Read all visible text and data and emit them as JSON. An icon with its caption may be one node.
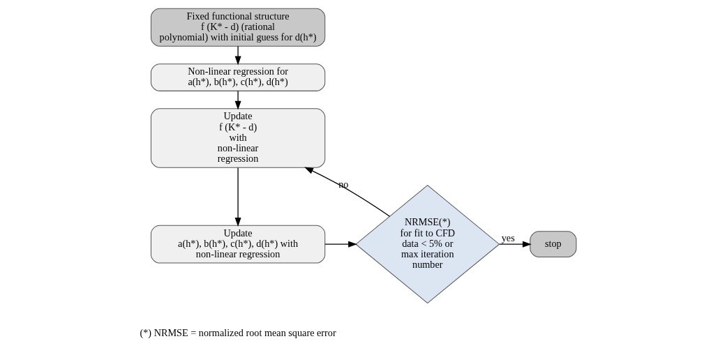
{
  "diagram": {
    "nodes": [
      {
        "text": [
          "Fixed functional structure f (K* - d) (rational polynomial) with initial guess for d(h*)"
        ]
      },
      {
        "text": [
          "Non-linear regression for a(h*), b(h*), c(h*), d(h*)"
        ]
      },
      {
        "text": [
          "Update f (K* - d) with non-linear regression"
        ]
      },
      {
        "text": [
          "Update a(h*), b(h*), c(h*), d(h*) with non-linear regression"
        ]
      },
      {
        "text": [
          "NRMSE(*) for fit to CFD data < 5% or max iteration number"
        ]
      },
      {
        "text": [
          "stop"
        ]
      }
    ],
    "edges": [
      {
        "from": 0,
        "to": 1,
        "arrow": "to"
      },
      {
        "from": 1,
        "to": 2,
        "arrow": "to"
      },
      {
        "from": 2,
        "to": 3,
        "arrow": "to"
      },
      {
        "from": 3,
        "to": 4,
        "arrow": "to"
      },
      {
        "from": 4,
        "to": 2,
        "arrow": "to",
        "label": "no"
      },
      {
        "from": 4,
        "to": 5,
        "arrow": "to",
        "label": "yes"
      }
    ],
    "labels": [
      "(*) NRMSE = normalized root mean square error"
    ]
  }
}
